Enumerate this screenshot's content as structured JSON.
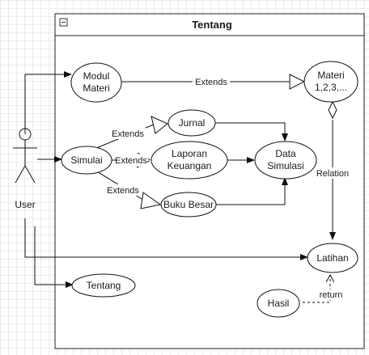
{
  "system": {
    "title": "Tentang"
  },
  "actor": {
    "name": "User"
  },
  "use_cases": {
    "modul_materi": [
      "Modul",
      "Materi"
    ],
    "materi": [
      "Materi",
      "1,2,3,..."
    ],
    "simulai": "Simulai",
    "jurnal": "Jurnal",
    "laporan_keuangan": [
      "Laporan",
      "Keuangan"
    ],
    "buku_besar": "Buku Besar",
    "data_simulasi": [
      "Data",
      "Simulasi"
    ],
    "latihan": "Latihan",
    "hasil": "Hasil",
    "tentang": "Tentang"
  },
  "relations": {
    "extends_materi": "Extends",
    "extends_jurnal": "Extends",
    "extends_laporan": "Extends",
    "extends_buku": "Extends",
    "relation": "Relation",
    "return": "return"
  }
}
